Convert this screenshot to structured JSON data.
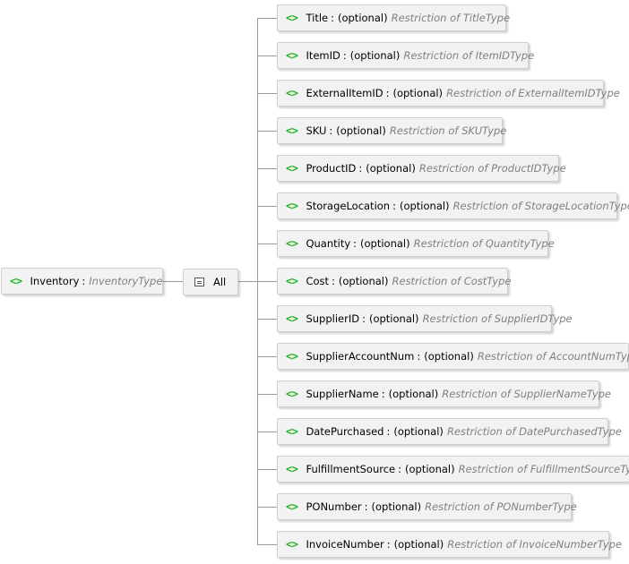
{
  "root": {
    "name": "Inventory",
    "separator": ":",
    "type": "InventoryType"
  },
  "compositor": {
    "label": "All"
  },
  "optional_text": "(optional)",
  "children": [
    {
      "name": "Title",
      "type": "Restriction of TitleType"
    },
    {
      "name": "ItemID",
      "type": "Restriction of ItemIDType"
    },
    {
      "name": "ExternalItemID",
      "type": "Restriction of ExternalItemIDType"
    },
    {
      "name": "SKU",
      "type": "Restriction of SKUType"
    },
    {
      "name": "ProductID",
      "type": "Restriction of ProductIDType"
    },
    {
      "name": "StorageLocation",
      "type": "Restriction of StorageLocationType"
    },
    {
      "name": "Quantity",
      "type": "Restriction of QuantityType"
    },
    {
      "name": "Cost",
      "type": "Restriction of CostType"
    },
    {
      "name": "SupplierID",
      "type": "Restriction of SupplierIDType"
    },
    {
      "name": "SupplierAccountNum",
      "type": "Restriction of AccountNumType"
    },
    {
      "name": "SupplierName",
      "type": "Restriction of SupplierNameType"
    },
    {
      "name": "DatePurchased",
      "type": "Restriction of DatePurchasedType"
    },
    {
      "name": "FulfillmentSource",
      "type": "Restriction of FulfillmentSourceType"
    },
    {
      "name": "PONumber",
      "type": "Restriction of PONumberType"
    },
    {
      "name": "InvoiceNumber",
      "type": "Restriction of InvoiceNumberType"
    }
  ],
  "colors": {
    "element_icon": "#1fb31f",
    "type_text": "#808080",
    "node_bg": "#f2f2f2",
    "connector": "#9a9a9a"
  }
}
